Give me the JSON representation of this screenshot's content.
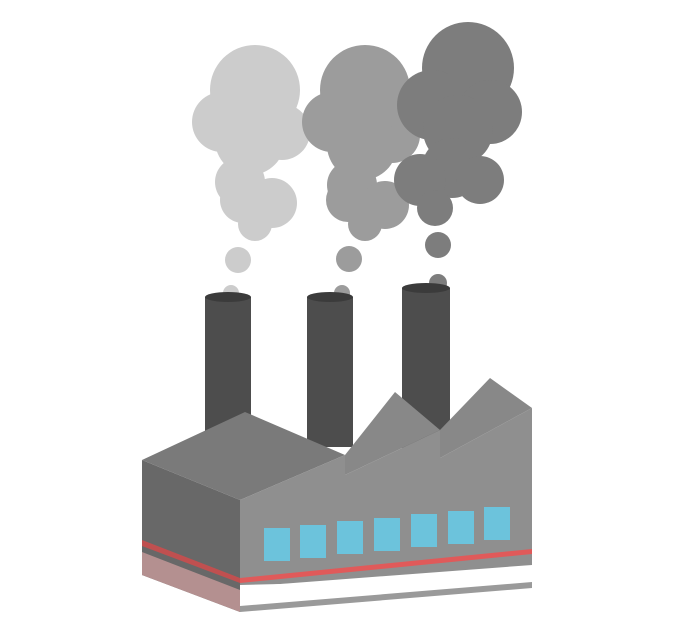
{
  "illustration": {
    "subject": "factory-with-smokestacks",
    "icon": "factory-icon",
    "window_count": 7,
    "smokestack_count": 3,
    "colors": {
      "background": "#ffffff",
      "chimney": "#4d4d4d",
      "chimney_top": "#3b3b3b",
      "roof": "#7a7a7a",
      "front_wall": "#8f8f8f",
      "side_wall": "#686868",
      "window": "#6cc3dc",
      "red_stripe": "#e05a5a",
      "pink_band": "#b49090",
      "base_stripe": "#9a9a9a",
      "smoke_light": "#cccccc",
      "smoke_mid": "#9c9c9c",
      "smoke_dark": "#7d7d7d"
    }
  }
}
